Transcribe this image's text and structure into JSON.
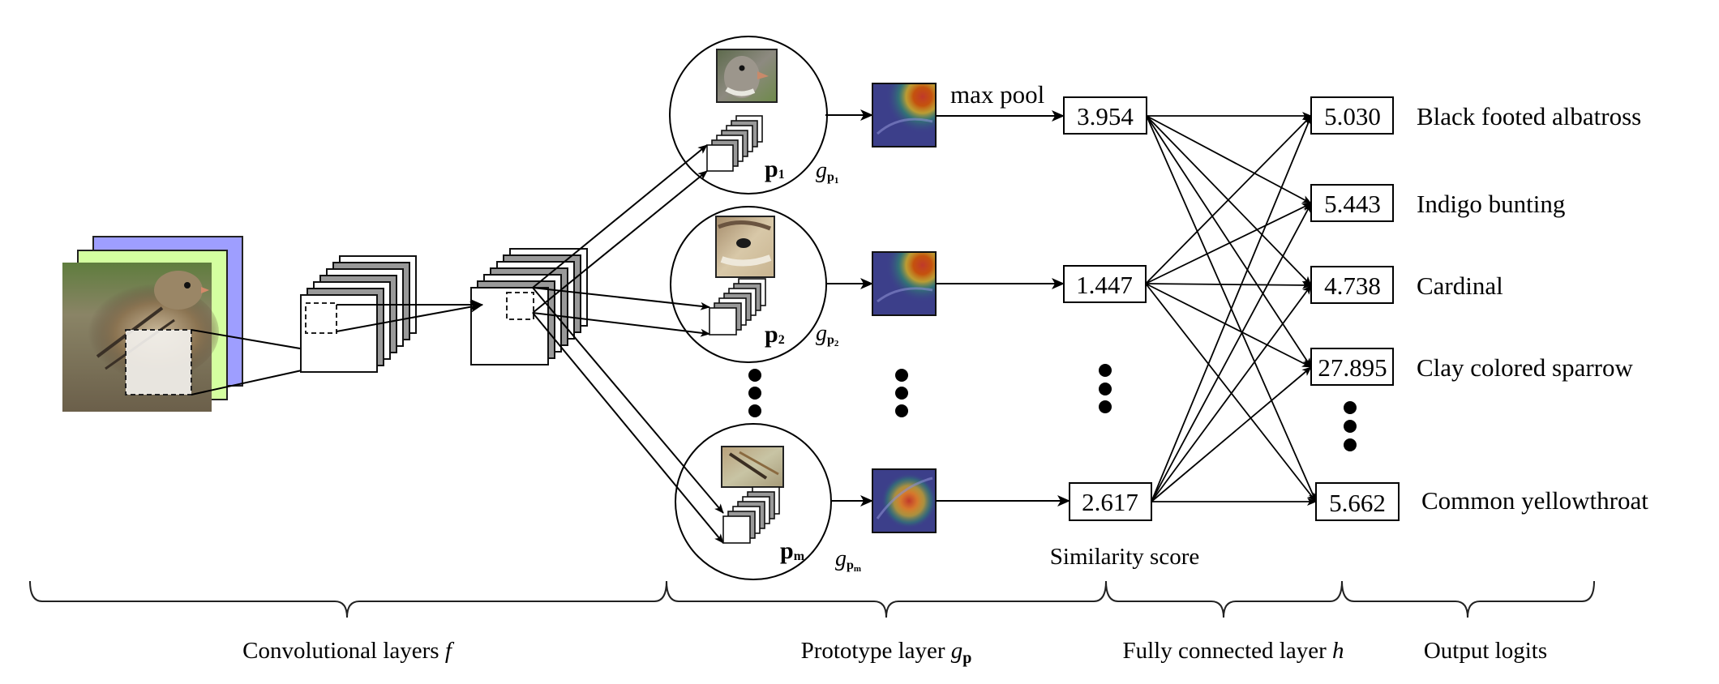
{
  "title": "Prototype-based bird classification network (ProtoPNet-style)",
  "colors": {
    "input_channel_back": "#9e9eff",
    "input_channel_mid": "#d4ffa0",
    "feature_map_gray": "#999999",
    "stroke": "#000000",
    "heatmap_base": "#3c3f8a"
  },
  "input": {
    "image_label": "input-bird-photo (clay colored sparrow)"
  },
  "prototypes": [
    {
      "id": "p1",
      "label": "p",
      "sub": "1",
      "g_label": "g",
      "g_sub_main": "p",
      "g_sub_index": "1",
      "patch_desc": "bird head patch",
      "similarity": "3.954"
    },
    {
      "id": "p2",
      "label": "p",
      "sub": "2",
      "g_label": "g",
      "g_sub_main": "p",
      "g_sub_index": "2",
      "patch_desc": "bird eye patch",
      "similarity": "1.447"
    },
    {
      "id": "pm",
      "label": "p",
      "sub": "m",
      "g_label": "g",
      "g_sub_main": "p",
      "g_sub_index": "m",
      "patch_desc": "bird wing patch",
      "similarity": "2.617"
    }
  ],
  "annotations": {
    "max_pool": "max pool",
    "similarity_score": "Similarity score"
  },
  "outputs": [
    {
      "logit": "5.030",
      "class": "Black footed albatross"
    },
    {
      "logit": "5.443",
      "class": "Indigo bunting"
    },
    {
      "logit": "4.738",
      "class": "Cardinal"
    },
    {
      "logit": "27.895",
      "class": "Clay colored sparrow"
    },
    {
      "logit": "5.662",
      "class": "Common yellowthroat"
    }
  ],
  "sections": [
    {
      "label": "Convolutional layers ",
      "italic": "f",
      "bold_sub": ""
    },
    {
      "label": "Prototype layer ",
      "italic": "g",
      "bold_sub": "p"
    },
    {
      "label": "Fully connected layer ",
      "italic": "h",
      "bold_sub": ""
    },
    {
      "label": "Output logits",
      "italic": "",
      "bold_sub": ""
    }
  ]
}
